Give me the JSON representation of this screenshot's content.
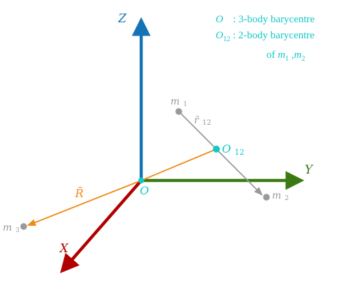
{
  "colors": {
    "z_axis": "#1473b4",
    "y_axis": "#3a7a10",
    "x_axis": "#b00000",
    "cm_vector": "#f08a16",
    "bodies": "#9a9a9a",
    "barycentre": "#12c8c8"
  },
  "axes": {
    "z_label": "Z",
    "y_label": "Y",
    "x_label": "X"
  },
  "points": {
    "origin_label": "O",
    "o12_main": "O",
    "o12_sub": "12",
    "m1_main": "m",
    "m1_sub": "1",
    "m2_main": "m",
    "m2_sub": "2",
    "m3_main": "m",
    "m3_sub": "3"
  },
  "vectors": {
    "r12_main": "r̄",
    "r12_sub": "12",
    "R_label": "R̄"
  },
  "legend": {
    "line1_symbol": "O",
    "line1_text": ": 3-body barycentre",
    "line2_symbol_main": "O",
    "line2_symbol_sub": "12",
    "line2_text": ": 2-body barycentre",
    "line3_prefix": "of ",
    "line3_m1": "m",
    "line3_m1_sub": "1",
    "line3_sep": " ,",
    "line3_m2": "m",
    "line3_m2_sub": "2"
  }
}
